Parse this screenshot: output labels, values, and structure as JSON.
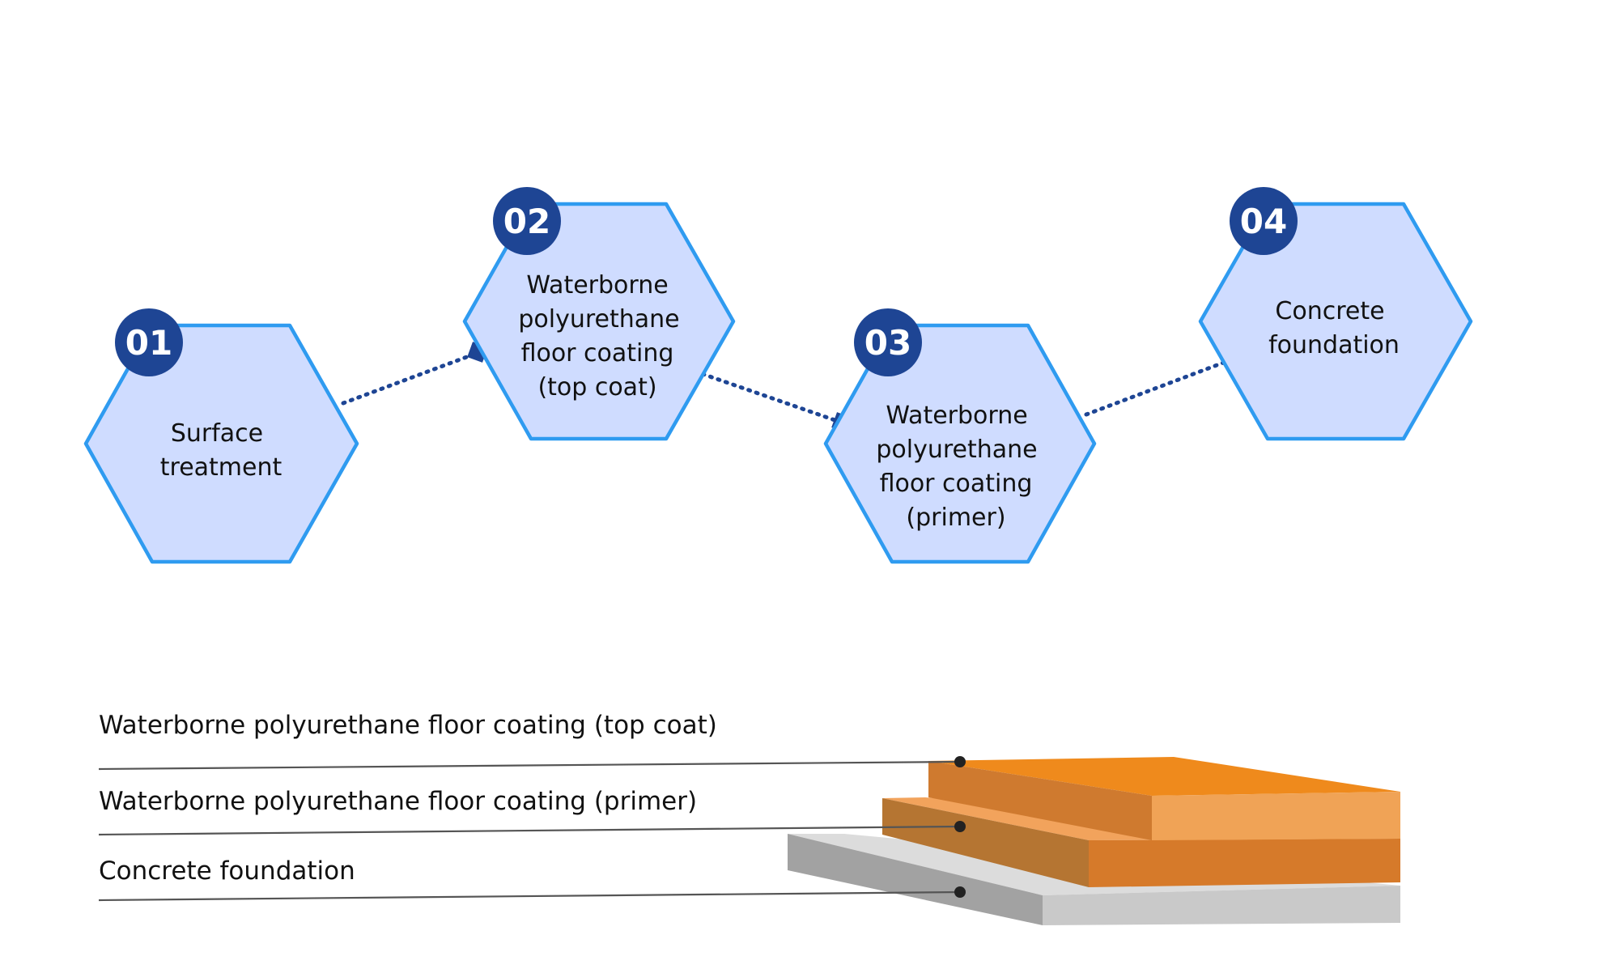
{
  "steps": [
    {
      "number": "01",
      "lines": [
        "Surface",
        "treatment"
      ]
    },
    {
      "number": "02",
      "lines": [
        "Waterborne",
        "polyurethane",
        "floor coating",
        "(top coat)"
      ]
    },
    {
      "number": "03",
      "lines": [
        "Waterborne",
        "polyurethane",
        "floor coating",
        "(primer)"
      ]
    },
    {
      "number": "04",
      "lines": [
        "Concrete",
        "foundation"
      ]
    }
  ],
  "layers": [
    {
      "label": "Waterborne polyurethane floor coating (top coat)",
      "top_color": "#ef8a1c",
      "front_color": "#f0a356",
      "side_color": "#cf7a2f"
    },
    {
      "label": "Waterborne polyurethane floor coating (primer)",
      "top_color": "#f2a35c",
      "front_color": "#d67a2a",
      "side_color": "#b57532"
    },
    {
      "label": "Concrete foundation",
      "top_color": "#dcdcdc",
      "front_color": "#c9c9c9",
      "side_color": "#a2a2a2"
    }
  ]
}
